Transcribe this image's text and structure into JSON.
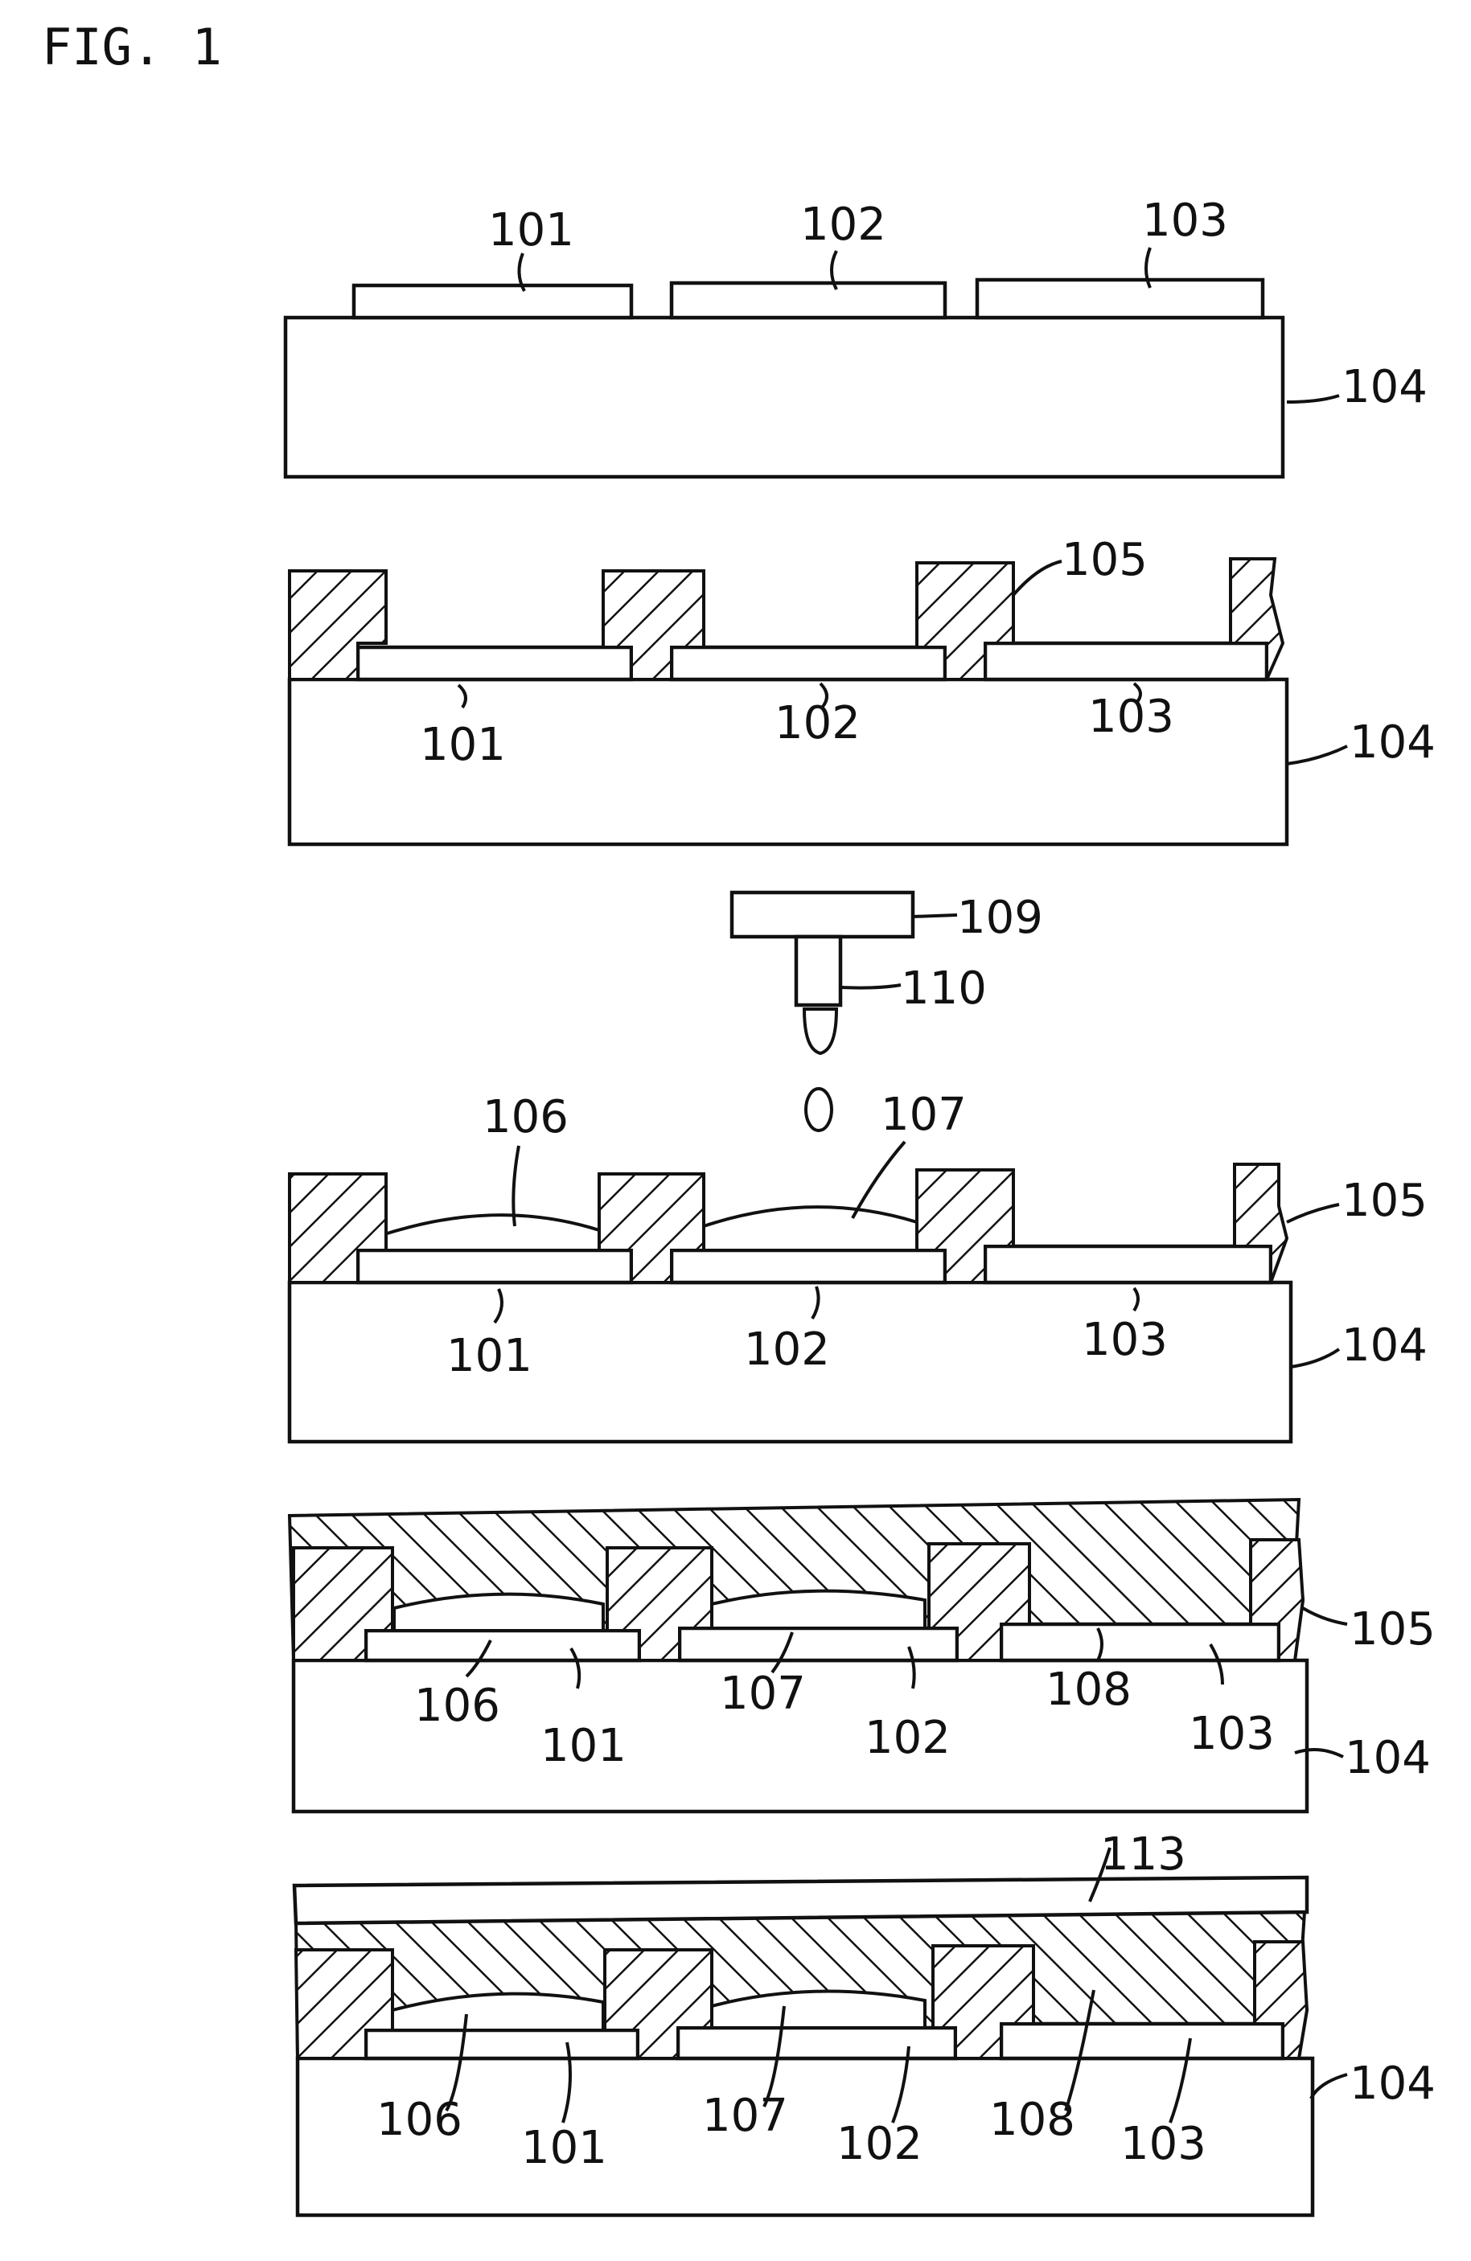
{
  "figure": {
    "title": "FIG. 1",
    "panels": [
      {
        "id": "panel-1",
        "labels": [
          "101",
          "102",
          "103",
          "104"
        ]
      },
      {
        "id": "panel-2",
        "labels": [
          "105",
          "101",
          "102",
          "103",
          "104"
        ]
      },
      {
        "id": "panel-3",
        "labels": [
          "109",
          "110",
          "106",
          "107",
          "105",
          "101",
          "102",
          "103",
          "104"
        ]
      },
      {
        "id": "panel-4",
        "labels": [
          "105",
          "106",
          "101",
          "107",
          "102",
          "108",
          "103",
          "104"
        ]
      },
      {
        "id": "panel-5",
        "labels": [
          "113",
          "104",
          "106",
          "101",
          "107",
          "102",
          "108",
          "103"
        ]
      }
    ]
  }
}
